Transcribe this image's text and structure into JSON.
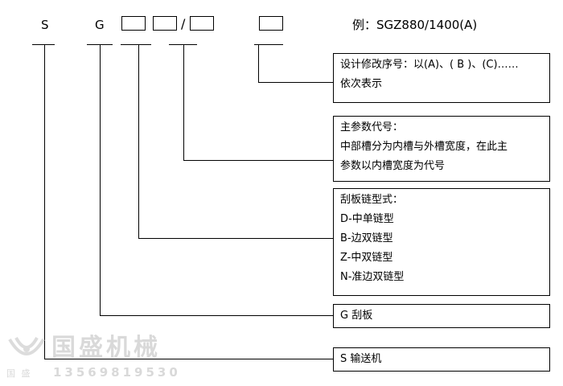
{
  "code": {
    "letter_s": "S",
    "letter_g": "G",
    "slash": "/",
    "example": "例：SGZ880/1400(A)"
  },
  "descriptions": [
    {
      "lines": [
        "设计修改序号：以(A)、( B )、(C)……",
        "依次表示"
      ]
    },
    {
      "lines": [
        "主参数代号：",
        "中部槽分为内槽与外槽宽度，在此主",
        "参数以内槽宽度为代号"
      ]
    },
    {
      "lines": [
        "刮板链型式：",
        "D-中单链型",
        "B-边双链型",
        "Z-中双链型",
        "N-准边双链型"
      ]
    },
    {
      "lines": [
        "G 刮板"
      ]
    },
    {
      "lines": [
        "S 输送机"
      ]
    }
  ],
  "watermark": {
    "brand": "国盛机械",
    "phone": "13569819530",
    "small": "国 盛"
  }
}
